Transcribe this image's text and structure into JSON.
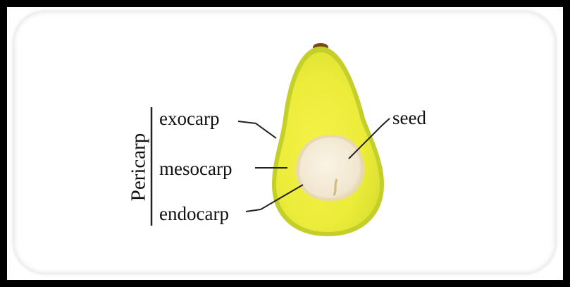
{
  "labels": {
    "pericarp": "Pericarp",
    "exocarp": "exocarp",
    "mesocarp": "mesocarp",
    "endocarp": "endocarp",
    "seed": "seed"
  },
  "colors": {
    "frame": "#000000",
    "exocarp": "#c4cf2a",
    "mesocarp": "#ecec3a",
    "seed": "#f3ead7",
    "stem": "#7a4a1c",
    "leader": "#222222"
  }
}
